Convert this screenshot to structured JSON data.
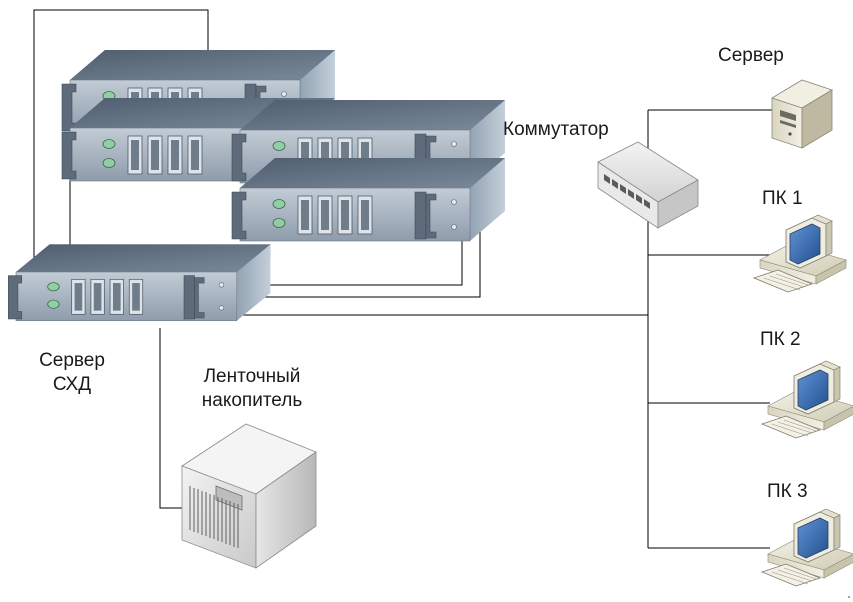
{
  "labels": {
    "server": "Сервер",
    "switch": "Коммутатор",
    "pc1": "ПК 1",
    "pc2": "ПК 2",
    "pc3": "ПК 3",
    "storage_server_line1": "Сервер",
    "storage_server_line2": "СХД",
    "tape_drive_line1": "Ленточный",
    "tape_drive_line2": "накопитель"
  },
  "colors": {
    "line": "#000000",
    "rack_top": "#6f7f91",
    "rack_side": "#8797a8",
    "rack_front": "#aab6c2",
    "rack_handle": "#5d6b7a",
    "led_green": "#86c49a",
    "tower_body": "#e4e4e4",
    "pc_beige": "#e8e8e4",
    "screen_blue": "#3a6fb5"
  },
  "icons": {
    "rack_server": "rack-server-icon",
    "switch": "network-switch-icon",
    "tower_server": "tower-server-icon",
    "pc": "desktop-pc-icon",
    "tape_drive": "tape-drive-icon"
  }
}
